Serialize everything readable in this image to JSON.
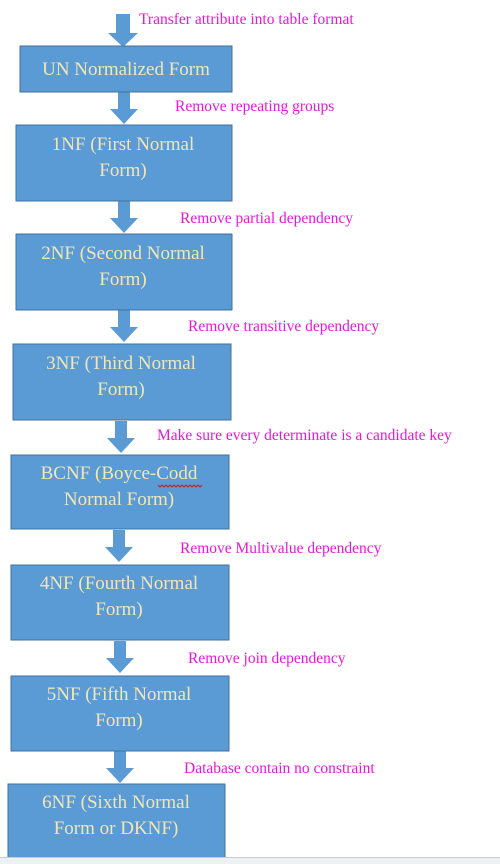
{
  "colors": {
    "box_fill": "#5b9bd5",
    "box_border": "#41719c",
    "box_text": "#f2e6b4",
    "arrow": "#5b9bd5",
    "note_text": "#e619d6",
    "spell_underline": "#d11a1a"
  },
  "diagram": {
    "start_note": "Transfer attribute into table format",
    "steps": [
      {
        "lines": [
          "UN Normalized Form"
        ],
        "note": "Remove repeating groups"
      },
      {
        "lines": [
          "1NF (First Normal",
          "Form)"
        ],
        "note": "Remove partial dependency"
      },
      {
        "lines": [
          "2NF (Second Normal",
          "Form)"
        ],
        "note": "Remove transitive dependency"
      },
      {
        "lines": [
          "3NF (Third Normal",
          "Form)"
        ],
        "note": "Make sure every determinate is a candidate key"
      },
      {
        "lines": [
          "BCNF (Boyce-Codd",
          "Normal Form)"
        ],
        "note": "Remove Multivalue dependency"
      },
      {
        "lines": [
          "4NF (Fourth Normal",
          "Form)"
        ],
        "note": "Remove join dependency"
      },
      {
        "lines": [
          "5NF (Fifth Normal",
          "Form)"
        ],
        "note": "Database contain no constraint"
      },
      {
        "lines": [
          "6NF (Sixth Normal",
          "Form or DKNF)"
        ],
        "note": ""
      }
    ]
  }
}
